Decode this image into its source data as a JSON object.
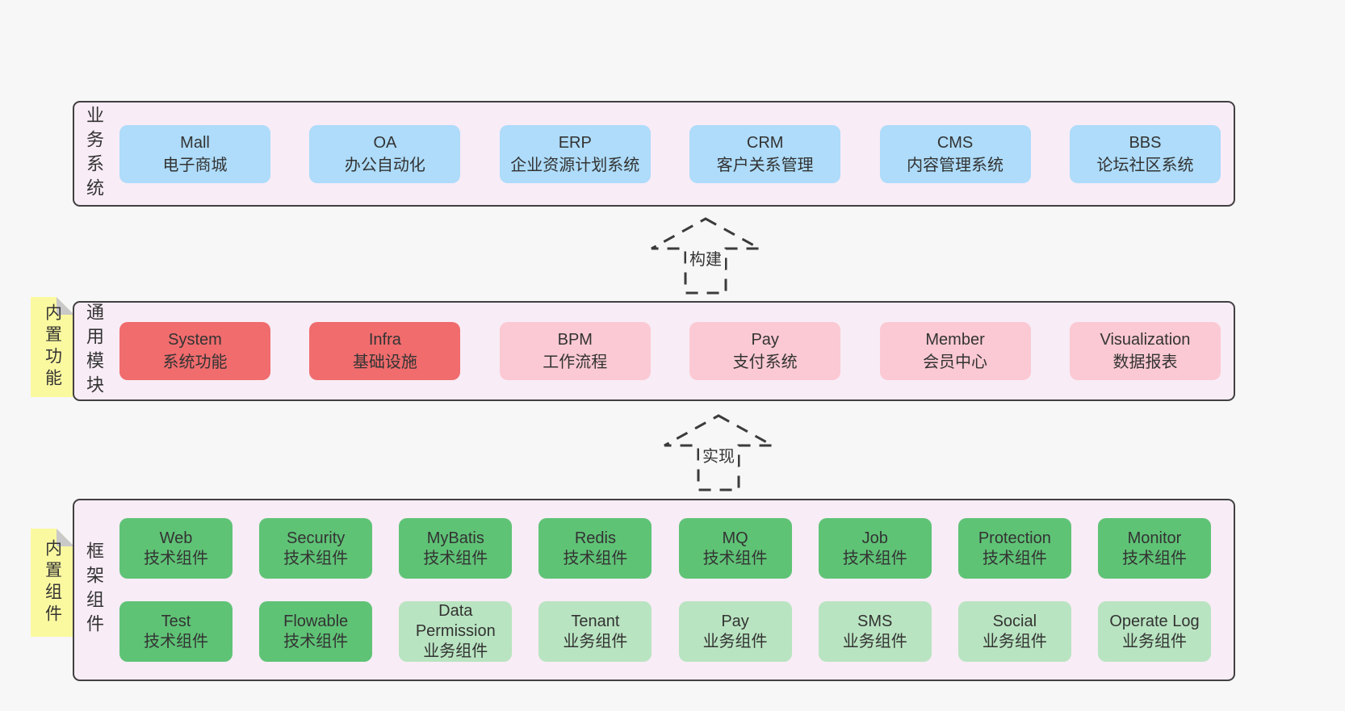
{
  "colors": {
    "page_bg": "#f7f7f7",
    "layer_bg": "#f8ecf6",
    "layer_border": "#404040",
    "business_system_box": "#aedcfa",
    "core_module_box": "#f06c6d",
    "optional_module_box": "#fbc9d3",
    "tech_component_box": "#5fc376",
    "biz_component_box": "#b9e4c1",
    "sticky_note": "#fbf9a0",
    "sticky_fold": "#c9c9c9",
    "text": "#333333",
    "arrow_stroke": "#3b3b3b"
  },
  "arrows": [
    {
      "label": "构建"
    },
    {
      "label": "实现"
    }
  ],
  "layers": [
    {
      "side_label": "业务系统",
      "rows": [
        [
          {
            "title": "Mall",
            "subtitle": "电子商城",
            "variant": "blue"
          },
          {
            "title": "OA",
            "subtitle": "办公自动化",
            "variant": "blue"
          },
          {
            "title": "ERP",
            "subtitle": "企业资源计划系统",
            "variant": "blue"
          },
          {
            "title": "CRM",
            "subtitle": "客户关系管理",
            "variant": "blue"
          },
          {
            "title": "CMS",
            "subtitle": "内容管理系统",
            "variant": "blue"
          },
          {
            "title": "BBS",
            "subtitle": "论坛社区系统",
            "variant": "blue"
          }
        ]
      ]
    },
    {
      "side_label": "通用模块",
      "sticky_label": "内置功能",
      "rows": [
        [
          {
            "title": "System",
            "subtitle": "系统功能",
            "variant": "red"
          },
          {
            "title": "Infra",
            "subtitle": "基础设施",
            "variant": "red"
          },
          {
            "title": "BPM",
            "subtitle": "工作流程",
            "variant": "pink"
          },
          {
            "title": "Pay",
            "subtitle": "支付系统",
            "variant": "pink"
          },
          {
            "title": "Member",
            "subtitle": "会员中心",
            "variant": "pink"
          },
          {
            "title": "Visualization",
            "subtitle": "数据报表",
            "variant": "pink"
          }
        ]
      ]
    },
    {
      "side_label": "框架组件",
      "sticky_label": "内置组件",
      "rows": [
        [
          {
            "title": "Web",
            "subtitle": "技术组件",
            "variant": "green"
          },
          {
            "title": "Security",
            "subtitle": "技术组件",
            "variant": "green"
          },
          {
            "title": "MyBatis",
            "subtitle": "技术组件",
            "variant": "green"
          },
          {
            "title": "Redis",
            "subtitle": "技术组件",
            "variant": "green"
          },
          {
            "title": "MQ",
            "subtitle": "技术组件",
            "variant": "green"
          },
          {
            "title": "Job",
            "subtitle": "技术组件",
            "variant": "green"
          },
          {
            "title": "Protection",
            "subtitle": "技术组件",
            "variant": "green"
          },
          {
            "title": "Monitor",
            "subtitle": "技术组件",
            "variant": "green"
          }
        ],
        [
          {
            "title": "Test",
            "subtitle": "技术组件",
            "variant": "green"
          },
          {
            "title": "Flowable",
            "subtitle": "技术组件",
            "variant": "green"
          },
          {
            "title": "Data Permission",
            "subtitle": "业务组件",
            "variant": "green-light"
          },
          {
            "title": "Tenant",
            "subtitle": "业务组件",
            "variant": "green-light"
          },
          {
            "title": "Pay",
            "subtitle": "业务组件",
            "variant": "green-light"
          },
          {
            "title": "SMS",
            "subtitle": "业务组件",
            "variant": "green-light"
          },
          {
            "title": "Social",
            "subtitle": "业务组件",
            "variant": "green-light"
          },
          {
            "title": "Operate Log",
            "subtitle": "业务组件",
            "variant": "green-light"
          }
        ]
      ]
    }
  ]
}
